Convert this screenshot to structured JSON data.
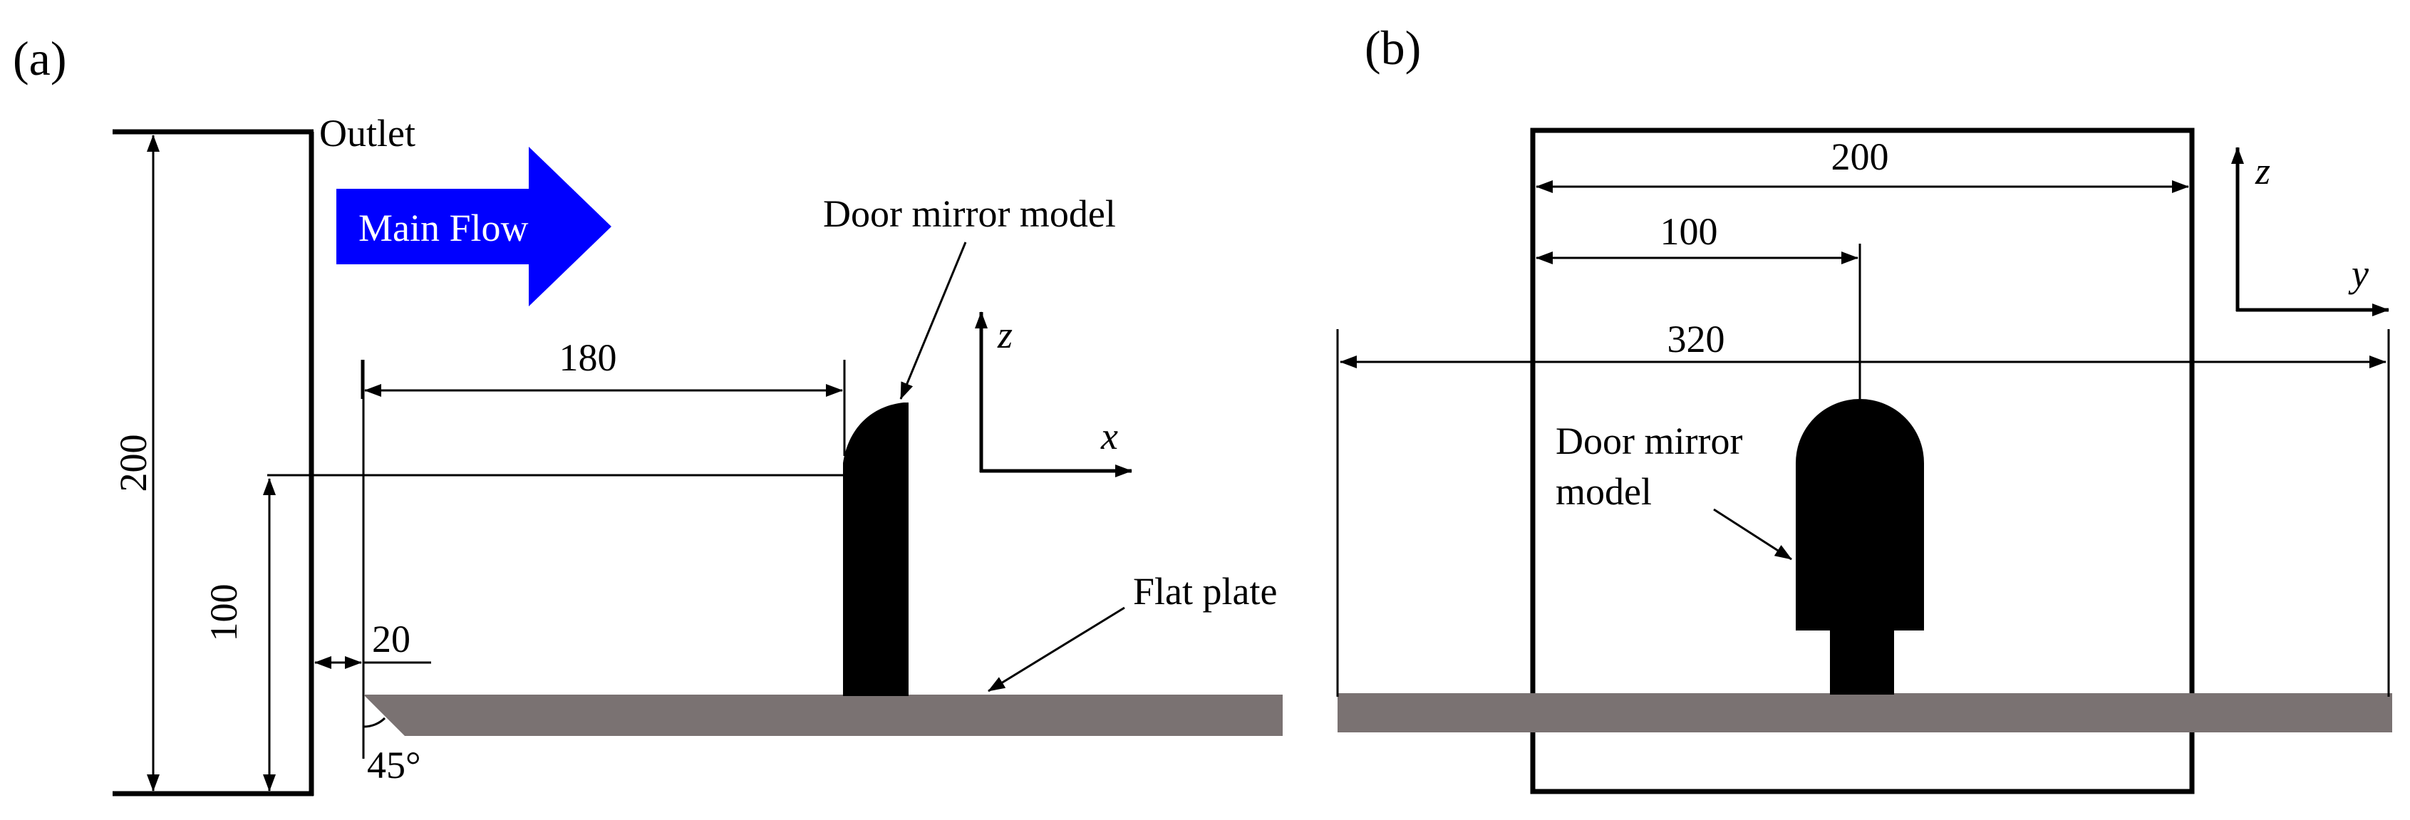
{
  "panel_a": {
    "label": "(a)",
    "outlet_label": "Outlet",
    "main_flow_label": "Main Flow",
    "mirror_label": "Door mirror model",
    "plate_label": "Flat plate",
    "dim_height": "200",
    "dim_mirror_height": "100",
    "dim_distance": "180",
    "dim_gap": "20",
    "angle": "45°",
    "axis_vertical": "z",
    "axis_horizontal": "x"
  },
  "panel_b": {
    "label": "(b)",
    "dim_width": "200",
    "dim_half": "100",
    "dim_plate": "320",
    "mirror_label_line1": "Door mirror",
    "mirror_label_line2": "model",
    "axis_vertical": "z",
    "axis_horizontal": "y"
  },
  "colors": {
    "main_flow_arrow": "#0000ff",
    "flat_plate": "#7a7272",
    "model": "#000000"
  }
}
